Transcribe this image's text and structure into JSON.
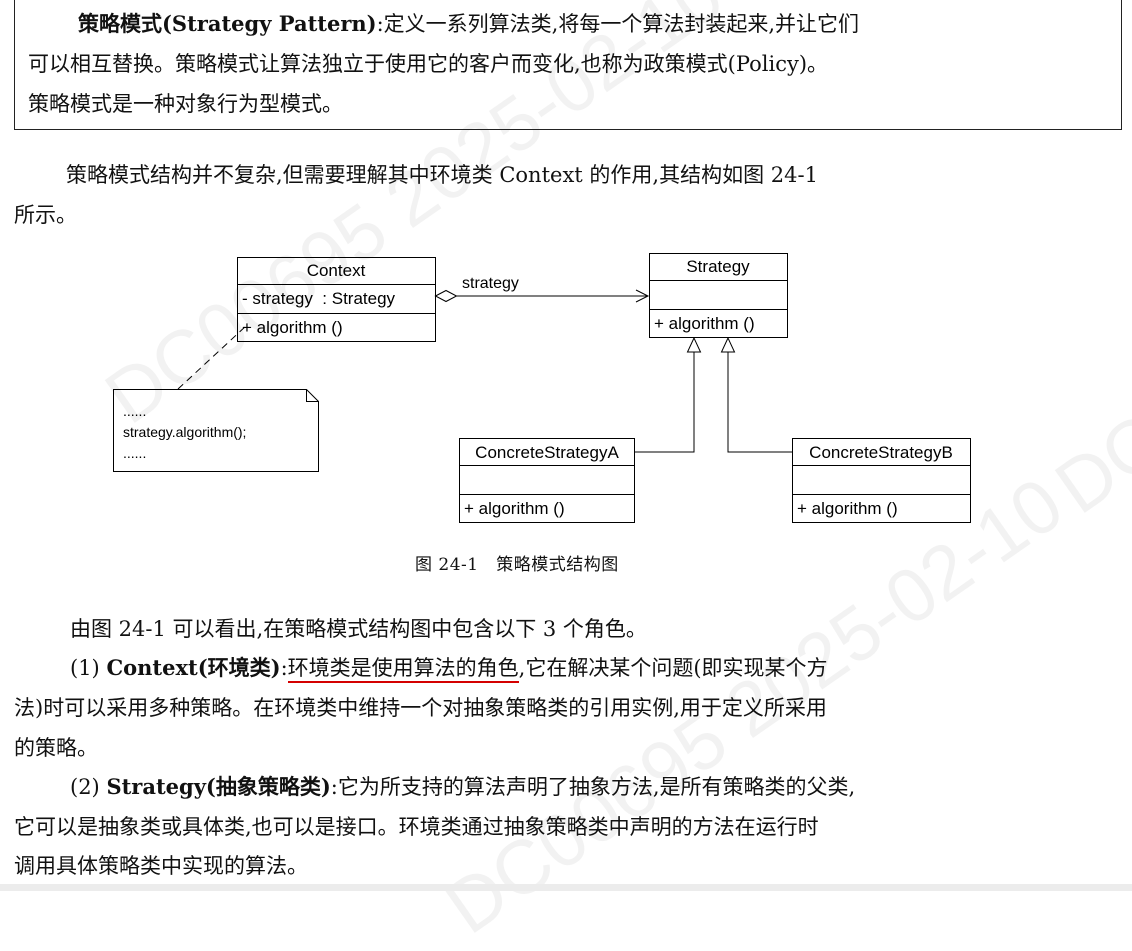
{
  "definition": {
    "term": "策略模式(Strategy Pattern)",
    "line1_rest": ":定义一系列算法类,将每一个算法封装起来,并让它们",
    "line2": "可以相互替换。策略模式让算法独立于使用它的客户而变化,也称为政策模式(Policy)。",
    "line3": "策略模式是一种对象行为型模式。"
  },
  "intro": {
    "line1": "策略模式结构并不复杂,但需要理解其中环境类 Context 的作用,其结构如图 24-1",
    "line2": "所示。"
  },
  "diagram": {
    "context": {
      "name": "Context",
      "attr": "- strategy  : Strategy",
      "op": "+ algorithm ()"
    },
    "strategy": {
      "name": "Strategy",
      "op": "+ algorithm ()"
    },
    "concreteA": {
      "name": "ConcreteStrategyA",
      "op": "+ algorithm ()"
    },
    "concreteB": {
      "name": "ConcreteStrategyB",
      "op": "+ algorithm ()"
    },
    "association_label": "strategy",
    "note": {
      "line1": "......",
      "line2": "strategy.algorithm();",
      "line3": "......"
    }
  },
  "caption": "图 24-1   策略模式结构图",
  "body": {
    "roles_intro": "由图 24-1 可以看出,在策略模式结构图中包含以下 3 个角色。",
    "role1_num": "(1)",
    "role1_term": "Context(环境类)",
    "role1_colon": ":",
    "role1_underlined": "环境类是使用算法的角色",
    "role1_rest": ",它在解决某个问题(即实现某个方",
    "role1_line2": "法)时可以采用多种策略。在环境类中维持一个对抽象策略类的引用实例,用于定义所采用",
    "role1_line3": "的策略。",
    "role2_num": "(2)",
    "role2_term": "Strategy(抽象策略类)",
    "role2_rest": ":它为所支持的算法声明了抽象方法,是所有策略类的父类,",
    "role2_line2": "它可以是抽象类或具体类,也可以是接口。环境类通过抽象策略类中声明的方法在运行时",
    "role2_line3": "调用具体策略类中实现的算法。"
  },
  "watermarks": [
    "DC00695  2025-02-10",
    "DC00695  2025-02-10",
    "DC"
  ],
  "colors": {
    "underline": "#d40000"
  }
}
